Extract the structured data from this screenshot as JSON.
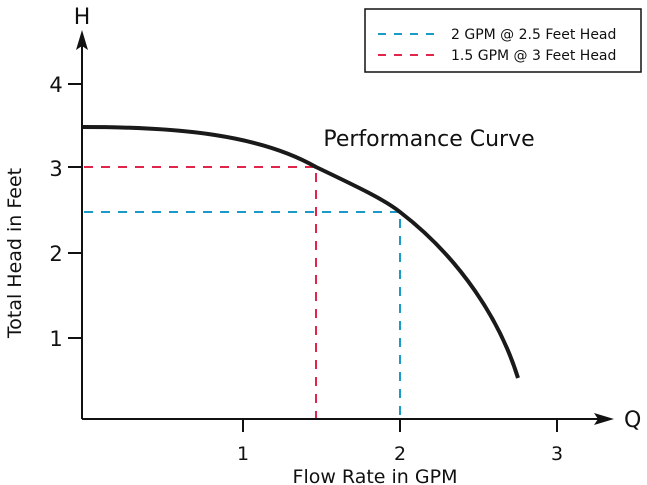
{
  "chart_data": {
    "type": "line",
    "title": "Performance Curve",
    "xlabel": "Flow Rate in GPM",
    "ylabel": "Total Head in Feet",
    "x_axis_symbol": "Q",
    "y_axis_symbol": "H",
    "xlim": [
      0,
      3.2
    ],
    "ylim": [
      0,
      4.2
    ],
    "x_ticks": [
      "1",
      "2",
      "3"
    ],
    "y_ticks": [
      "1",
      "2",
      "3",
      "4"
    ],
    "grid": false,
    "legend_position": "top-right",
    "series": [
      {
        "name": "Performance Curve",
        "color": "#111111",
        "x": [
          0,
          0.5,
          1.0,
          1.5,
          2.0,
          2.4,
          2.6,
          2.78
        ],
        "y": [
          3.48,
          3.42,
          3.27,
          3.0,
          2.5,
          1.85,
          1.3,
          0.5
        ]
      }
    ],
    "reference_lines": [
      {
        "label": "2 GPM @ 2.5 Feet Head",
        "color": "#1a9bc7",
        "x": 2,
        "y": 2.5,
        "style": "dashed"
      },
      {
        "label": "1.5 GPM @ 3 Feet Head",
        "color": "#e0244a",
        "x": 1.5,
        "y": 3,
        "style": "dashed"
      }
    ]
  },
  "legend": {
    "items": [
      {
        "label": "2 GPM @ 2.5 Feet Head",
        "color": "#1a9bc7"
      },
      {
        "label": "1.5 GPM @ 3 Feet Head",
        "color": "#e0244a"
      }
    ]
  }
}
